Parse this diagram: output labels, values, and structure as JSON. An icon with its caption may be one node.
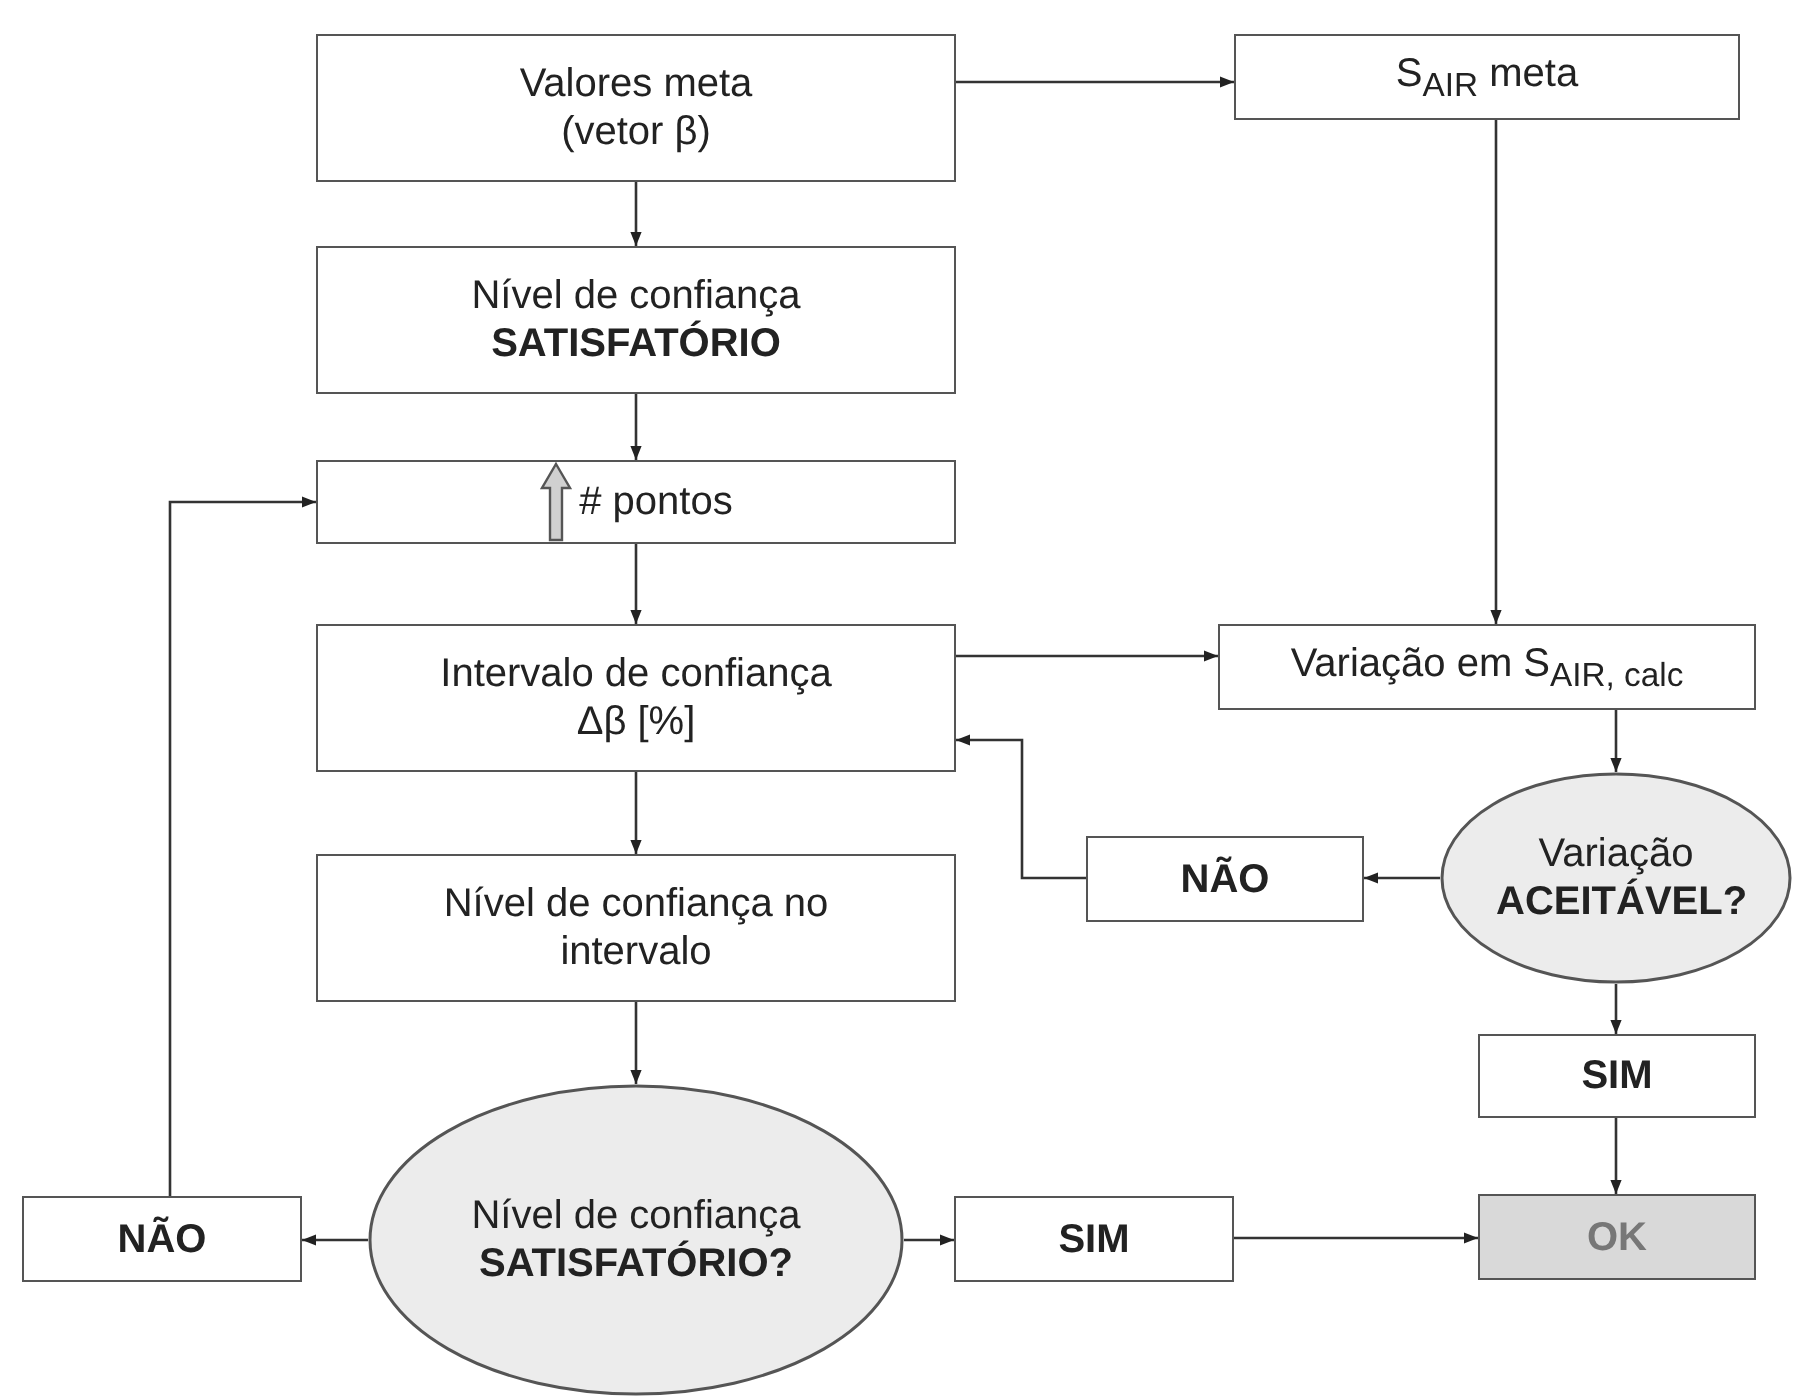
{
  "diagram": {
    "nodes": [
      {
        "text": [
          "Valores meta (vetor β)"
        ]
      },
      {
        "text": [
          "S$_{AIR}$ meta"
        ]
      },
      {
        "text": [
          "Nível de confiança **SATISFATÓRIO**"
        ]
      },
      {
        "text": [
          "# pontos"
        ]
      },
      {
        "text": [
          "Intervalo de confiança Δβ [%]"
        ]
      },
      {
        "text": [
          "Variação em S$_{AIR, calc}$"
        ]
      },
      {
        "text": [
          "Variação **ACEITÁVEL?**"
        ]
      },
      {
        "text": [
          "NÃO"
        ]
      },
      {
        "text": [
          "Nível de confiança no intervalo"
        ]
      },
      {
        "text": [
          "SIM"
        ]
      },
      {
        "text": [
          "NÃO"
        ]
      },
      {
        "text": [
          "Nível de confiança **SATISFATÓRIO?**"
        ]
      },
      {
        "text": [
          "SIM"
        ]
      },
      {
        "text": [
          "OK"
        ]
      }
    ],
    "edges": [
      {
        "from": 0,
        "to": 1,
        "arrow": "to"
      },
      {
        "from": 0,
        "to": 2,
        "arrow": "to"
      },
      {
        "from": 2,
        "to": 3,
        "arrow": "to"
      },
      {
        "from": 3,
        "to": 4,
        "arrow": "to"
      },
      {
        "from": 1,
        "to": 5,
        "arrow": "to"
      },
      {
        "from": 4,
        "to": 5,
        "arrow": "to"
      },
      {
        "from": 5,
        "to": 6,
        "arrow": "to"
      },
      {
        "from": 6,
        "to": 7,
        "arrow": "to"
      },
      {
        "from": 7,
        "to": 4,
        "arrow": "to"
      },
      {
        "from": 4,
        "to": 8,
        "arrow": "to"
      },
      {
        "from": 8,
        "to": 11,
        "arrow": "to"
      },
      {
        "from": 11,
        "to": 10,
        "arrow": "to"
      },
      {
        "from": 10,
        "to": 3,
        "arrow": "to"
      },
      {
        "from": 11,
        "to": 12,
        "arrow": "to"
      },
      {
        "from": 12,
        "to": 13,
        "arrow": "to"
      },
      {
        "from": 6,
        "to": 9,
        "arrow": "to"
      },
      {
        "from": 9,
        "to": 13,
        "arrow": "to"
      }
    ]
  }
}
